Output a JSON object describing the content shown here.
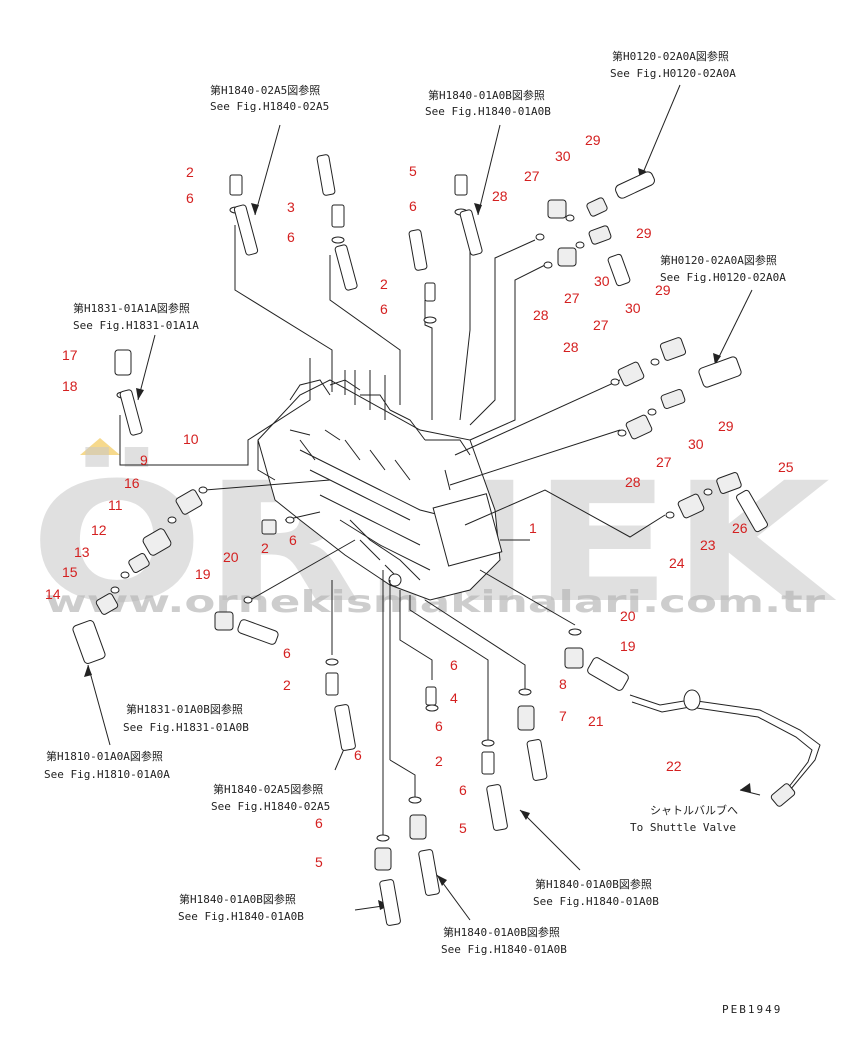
{
  "watermark": {
    "brand": "ÖRNEK",
    "url": "www.ornekismakinalari.com.tr",
    "color": "#c8c8c8",
    "accent": "#f0c040"
  },
  "refs": [
    {
      "jp": "第H1840-02A5図参照",
      "en": "See Fig.H1840-02A5"
    },
    {
      "jp": "第H1840-01A0B図参照",
      "en": "See Fig.H1840-01A0B"
    },
    {
      "jp": "第H0120-02A0A図参照",
      "en": "See Fig.H0120-02A0A"
    },
    {
      "jp": "第H0120-02A0A図参照",
      "en": "See Fig.H0120-02A0A"
    },
    {
      "jp": "第H1831-01A1A図参照",
      "en": "See Fig.H1831-01A1A"
    },
    {
      "jp": "第H1831-01A0B図参照",
      "en": "See Fig.H1831-01A0B"
    },
    {
      "jp": "第H1810-01A0A図参照",
      "en": "See Fig.H1810-01A0A"
    },
    {
      "jp": "第H1840-02A5図参照",
      "en": "See Fig.H1840-02A5"
    },
    {
      "jp": "第H1840-01A0B図参照",
      "en": "See Fig.H1840-01A0B"
    },
    {
      "jp": "第H1840-01A0B図参照",
      "en": "See Fig.H1840-01A0B"
    },
    {
      "jp": "第H1840-01A0B図参照",
      "en": "See Fig.H1840-01A0B"
    }
  ],
  "shuttle_note": {
    "jp": "シャトルバルブへ",
    "en": "To Shuttle Valve"
  },
  "drawing_code": "PEB1949",
  "part_numbers": [
    "2",
    "6",
    "3",
    "6",
    "5",
    "6",
    "28",
    "27",
    "30",
    "29",
    "29",
    "30",
    "27",
    "28",
    "2",
    "6",
    "29",
    "30",
    "27",
    "28",
    "29",
    "30",
    "27",
    "28",
    "25",
    "26",
    "23",
    "24",
    "17",
    "18",
    "10",
    "9",
    "16",
    "11",
    "12",
    "13",
    "15",
    "14",
    "2",
    "6",
    "1",
    "20",
    "19",
    "6",
    "2",
    "20",
    "19",
    "8",
    "7",
    "21",
    "6",
    "4",
    "6",
    "6",
    "2",
    "6",
    "5",
    "6",
    "5",
    "22"
  ],
  "colors": {
    "ink": "#222222",
    "callout": "#d42020"
  }
}
